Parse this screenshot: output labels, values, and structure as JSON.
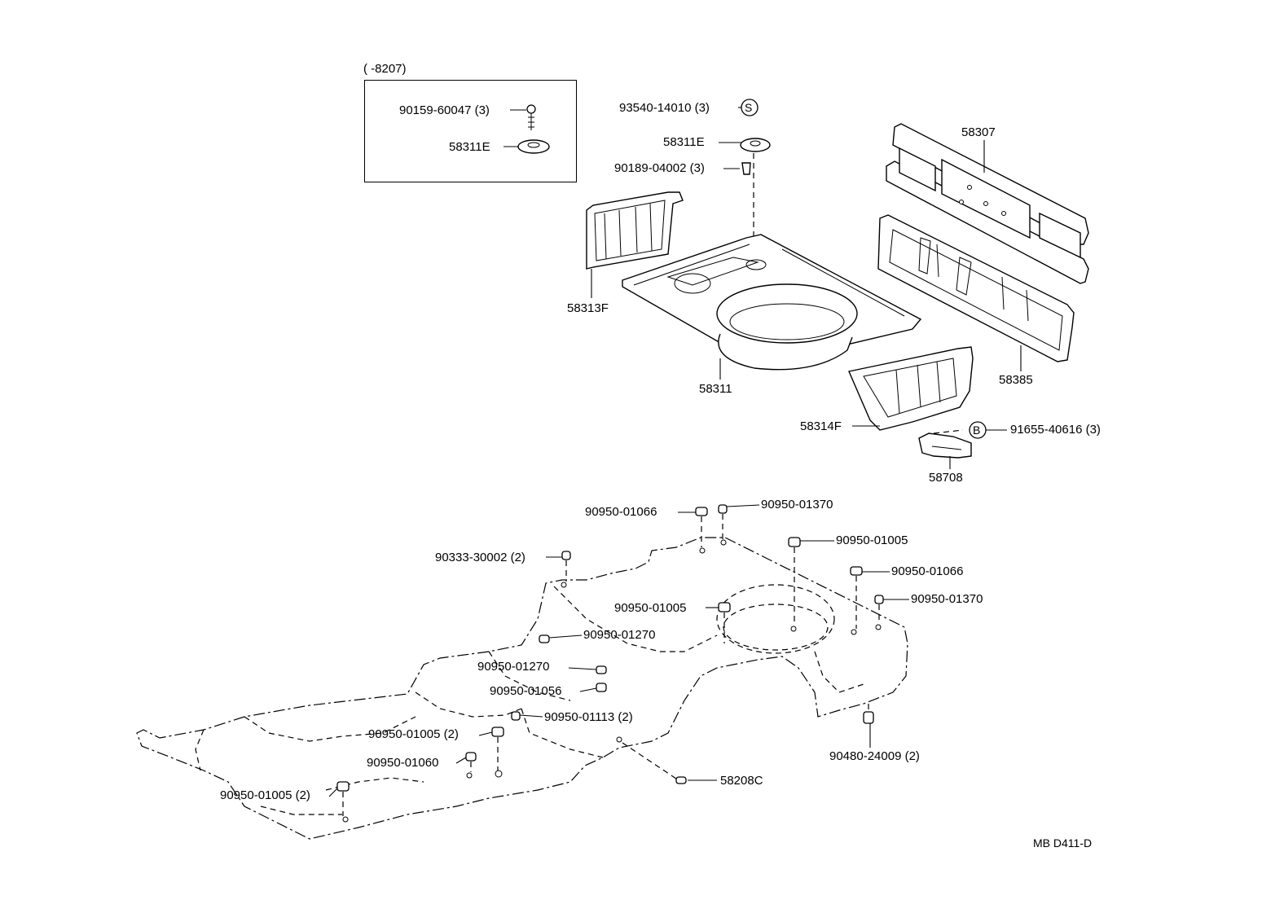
{
  "inset": {
    "range": "(        -8207)"
  },
  "labels": {
    "p_90159_60047": "90159-60047 (3)",
    "p_58311e_inset": "58311E",
    "p_93540_14010": "93540-14010 (3)",
    "p_58311e": "58311E",
    "p_90189_04002": "90189-04002 (3)",
    "p_58307": "58307",
    "p_58313f": "58313F",
    "p_58311": "58311",
    "p_58385": "58385",
    "p_58314f": "58314F",
    "p_91655_40616": "91655-40616 (3)",
    "p_58708": "58708",
    "p_90950_01066_a": "90950-01066",
    "p_90950_01370_a": "90950-01370",
    "p_90950_01005_a": "90950-01005",
    "p_90950_01066_b": "90950-01066",
    "p_90333_30002": "90333-30002 (2)",
    "p_90950_01370_b": "90950-01370",
    "p_90950_01005_b": "90950-01005",
    "p_90950_01270_a": "90950-01270",
    "p_90950_01270_b": "90950-01270",
    "p_90950_01056": "90950-01056",
    "p_90950_01113": "90950-01113 (2)",
    "p_90950_01005_c": "90950-01005 (2)",
    "p_90950_01060": "90950-01060",
    "p_90950_01005_d": "90950-01005 (2)",
    "p_90480_24009": "90480-24009 (2)",
    "p_58208c": "58208C"
  },
  "symbols": {
    "s": "S",
    "b": "B"
  },
  "footer": {
    "code": "MB D411-D"
  }
}
